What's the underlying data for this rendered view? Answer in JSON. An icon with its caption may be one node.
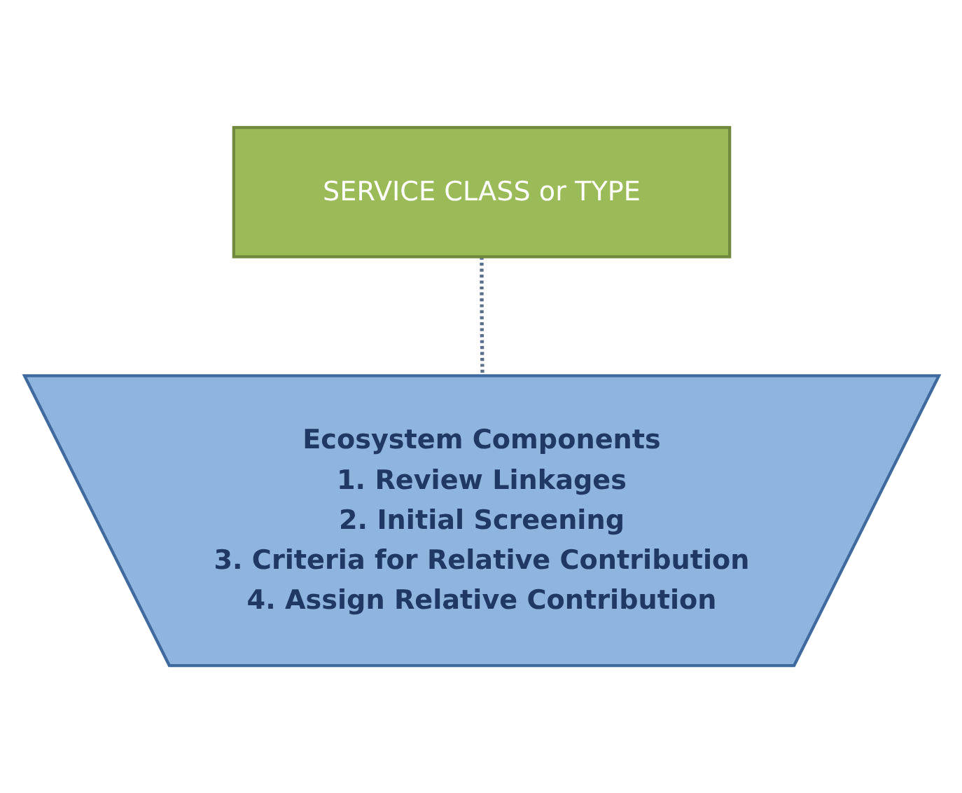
{
  "diagram": {
    "nodes": [
      {
        "text": [
          "SERVICE CLASS or TYPE"
        ]
      },
      {
        "text": [
          "Ecosystem Components",
          "1. Review Linkages",
          "2. Initial Screening",
          "3. Criteria for Relative Contribution",
          "4. Assign Relative Contribution"
        ]
      }
    ],
    "edges": [
      {
        "from": 0,
        "to": 1,
        "arrow": "none",
        "style": "dashed"
      }
    ]
  }
}
